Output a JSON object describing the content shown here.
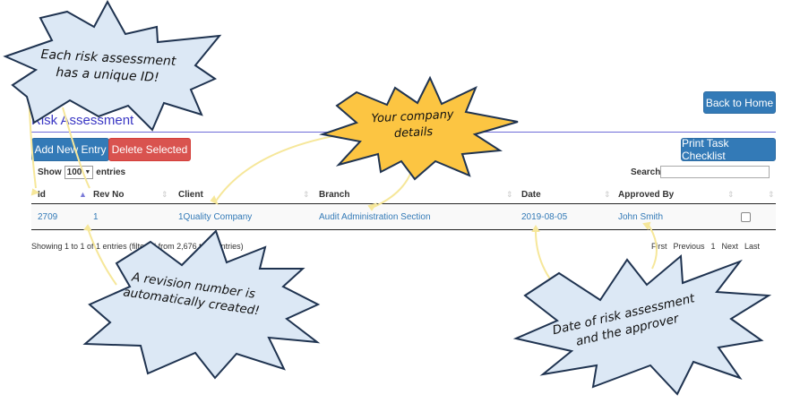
{
  "header": {
    "back_home_label": "Back to Home",
    "page_title": "Risk Assessment"
  },
  "toolbar": {
    "add_new_label": "Add New Entry",
    "delete_selected_label": "Delete Selected",
    "print_checklist_label": "Print Task Checklist"
  },
  "table_controls": {
    "show_label": "Show",
    "entries_count": "100",
    "entries_label": "entries",
    "search_label": "Search:",
    "search_value": ""
  },
  "table": {
    "columns": [
      "Id",
      "Rev No",
      "Client",
      "Branch",
      "Date",
      "Approved By"
    ],
    "rows": [
      {
        "id": "2709",
        "rev_no": "1",
        "client": "1Quality Company",
        "branch": "Audit Administration Section",
        "date": "2019-08-05",
        "approved_by": "John Smith",
        "selected": false
      }
    ]
  },
  "footer": {
    "info": "Showing 1 to 1 of 1 entries (filtered from 2,676 total entries)",
    "pager": [
      "First",
      "Previous",
      "1",
      "Next",
      "Last"
    ]
  },
  "callouts": {
    "unique_id": [
      "Each risk assessment",
      "has a unique ID!"
    ],
    "company": [
      "Your company",
      "details"
    ],
    "revision": [
      "A revision number is",
      "automatically created!"
    ],
    "date_approver": [
      "Date of risk assessment",
      "and the approver"
    ]
  },
  "colors": {
    "primary_button": "#337ab7",
    "danger_button": "#d9534f",
    "title": "#3a37c4",
    "link": "#337ab7",
    "blue_callout_fill": "#dce8f5",
    "yellow_callout_fill": "#fcc542",
    "pointer_line": "#f6e79a"
  }
}
